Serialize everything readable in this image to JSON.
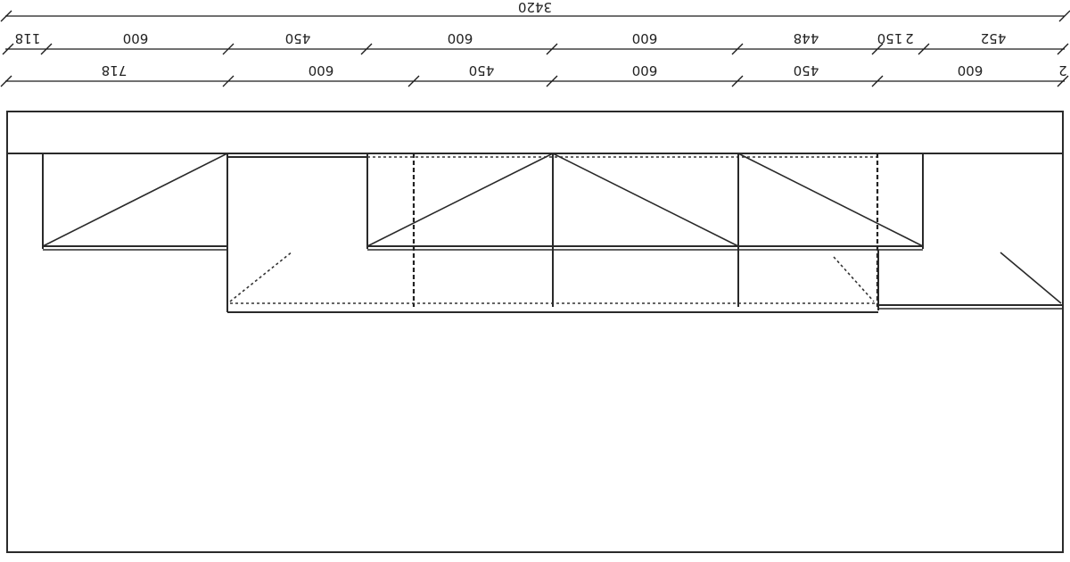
{
  "drawing": {
    "overall_dimension": "3420",
    "row1_labels": [
      "118",
      "600",
      "450",
      "600",
      "600",
      "448",
      "150",
      "2",
      "452"
    ],
    "row2_labels": [
      "718",
      "600",
      "450",
      "600",
      "450",
      "600",
      "2"
    ]
  }
}
